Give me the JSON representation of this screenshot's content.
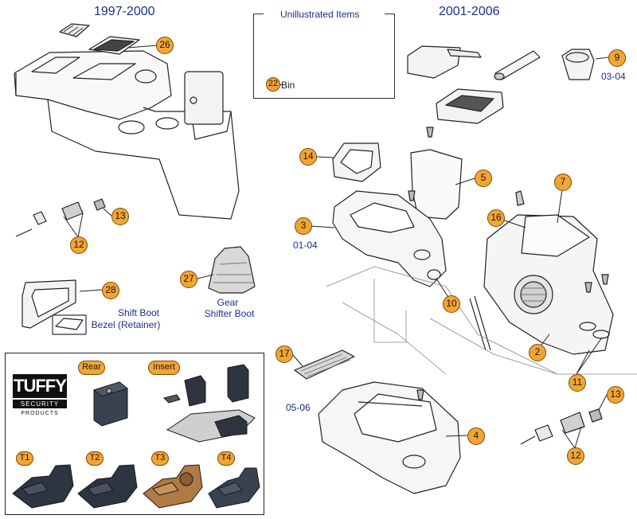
{
  "headings": {
    "left": "1997-2000",
    "right": "2001-2006",
    "unillustrated": "Unillustrated Items"
  },
  "unillustrated_items": [
    {
      "num": "22",
      "label": "Bin"
    }
  ],
  "callouts": [
    "26",
    "9",
    "14",
    "5",
    "7",
    "3",
    "16",
    "13",
    "12",
    "28",
    "27",
    "17",
    "10",
    "2",
    "11",
    "4",
    "13",
    "12"
  ],
  "year_labels": {
    "y0104": "01-04",
    "y0304": "03-04",
    "y0506": "05-06"
  },
  "part_labels": {
    "shift_boot_bezel": [
      "Shift Boot",
      "Bezel (Retainer)"
    ],
    "gear_shifter_boot": [
      "Gear",
      "Shifter Boot"
    ]
  },
  "tuffy": {
    "logo_word": "TUFFY",
    "logo_sub1": "SECURITY",
    "logo_sub2": "PRODUCTS",
    "tags": [
      "Rear",
      "Insert",
      "T1",
      "T2",
      "T3",
      "T4"
    ]
  },
  "colors": {
    "callout_fill": "#f3a533",
    "heading_blue": "#1c2f8c",
    "tuffy_dark": "#2e3440",
    "tuffy_tan": "#b07a45"
  }
}
